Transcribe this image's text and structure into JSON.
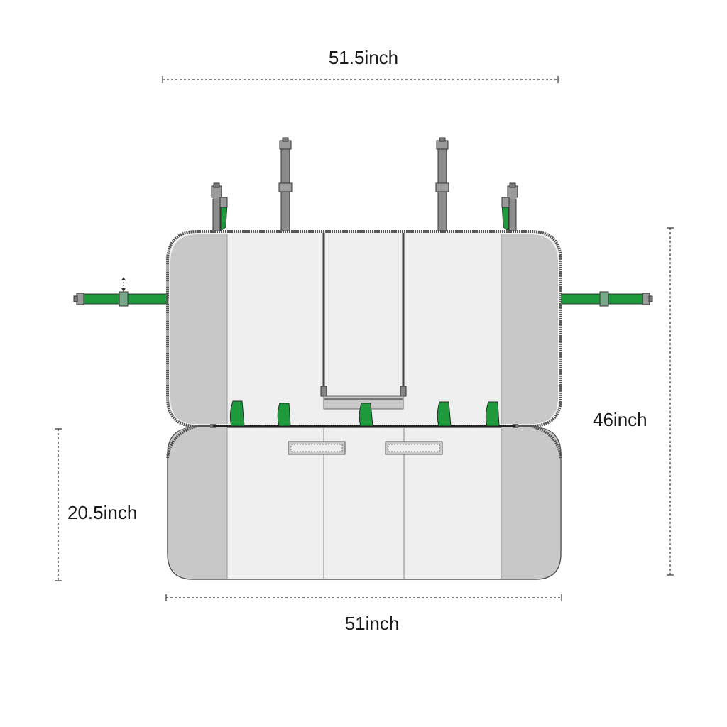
{
  "dimensions": {
    "top_width": "51.5inch",
    "bottom_width": "51inch",
    "seat_depth": "20.5inch",
    "total_height": "46inch"
  },
  "colors": {
    "strap_green": "#1e9a3c",
    "strap_grey": "#8c8c8c",
    "panel_light": "#efefef",
    "panel_side": "#c8c8c9",
    "outline": "#3a3a3a",
    "zipper": "#555555",
    "dim_line": "#333333"
  }
}
